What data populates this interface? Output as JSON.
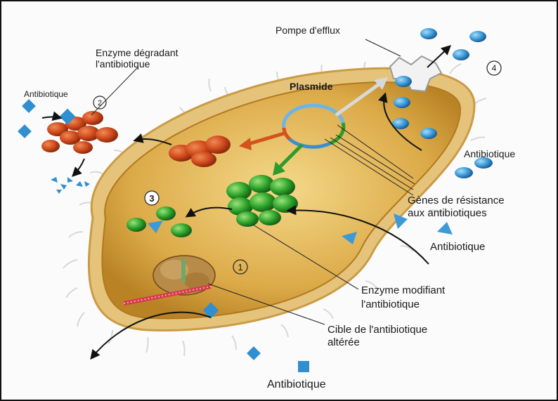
{
  "labels": {
    "pompe": "Pompe d'efflux",
    "enzyme_degradant_1": "Enzyme dégradant",
    "enzyme_degradant_2": "l'antibiotique",
    "antibiotique_tl": "Antibiotique",
    "num_2": "2",
    "plasmide": "Plasmide",
    "num_4": "4",
    "antibiotique_r": "Antibiotique",
    "genes_1": "Gènes de résistance",
    "genes_2": "aux antibiotiques",
    "num_3": "3",
    "antibiotique_mr": "Antibiotique",
    "num_1": "1",
    "enzyme_modifiant_1": "Enzyme modifiant",
    "enzyme_modifiant_2": "l'antibiotique",
    "cible_1": "Cible de l'antibiotique",
    "cible_2": "altérée",
    "antibiotique_b": "Antibiotique"
  },
  "colors": {
    "cell_fill": "#d9a441",
    "cell_wall": "#e9c77a",
    "antibiotic": "#2f8fd0",
    "enzyme_red": "#c8431a",
    "enzyme_green": "#2e9b2a"
  }
}
